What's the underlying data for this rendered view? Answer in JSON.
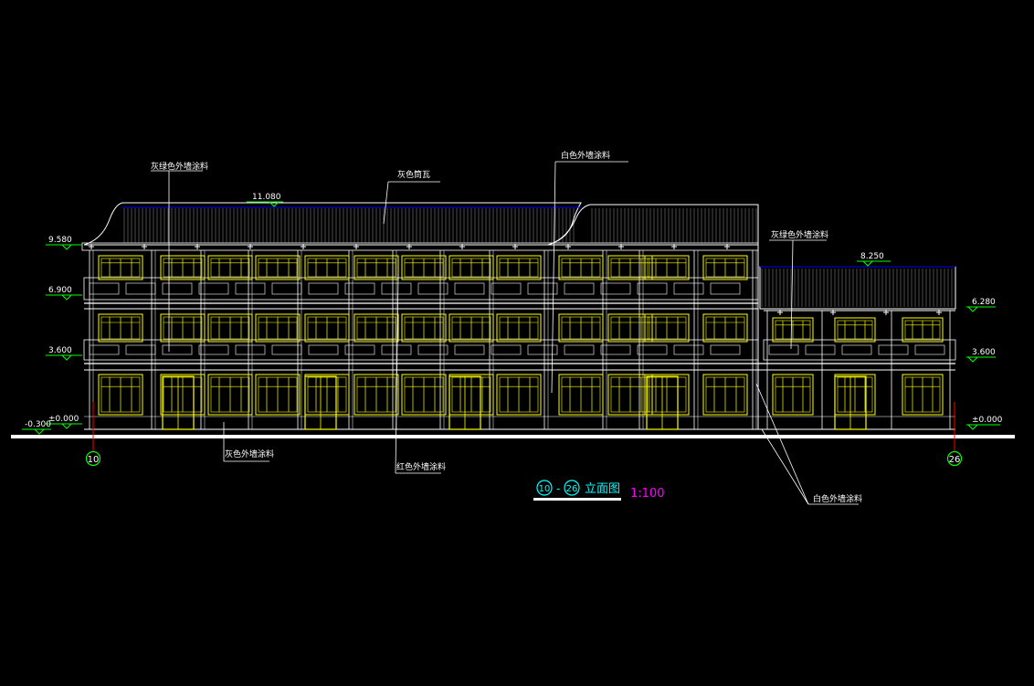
{
  "drawing": {
    "title": "立面图",
    "axis_start": "10",
    "axis_end": "26",
    "dash": "-",
    "scale": "1:100"
  },
  "elevations": {
    "left_roof_ridge": "11.080",
    "left_eave": "9.580",
    "left_floor3": "6.900",
    "left_floor2": "3.600",
    "left_ground": "±0.000",
    "left_base": "-0.300",
    "right_roof": "8.250",
    "right_eave": "6.280",
    "right_floor2": "3.600",
    "right_ground": "±0.000"
  },
  "callouts": {
    "top_left": "灰绿色外墙涂料",
    "top_center": "灰色筒瓦",
    "top_right": "白色外墙涂料",
    "right_annex": "灰绿色外墙涂料",
    "bottom_left": "灰色外墙涂料",
    "bottom_center": "红色外墙涂料",
    "bottom_right": "白色外墙涂料"
  },
  "colors": {
    "background": "#000000",
    "linework": "#ffffff",
    "windows": "#ffff00",
    "roof_outline": "#0000ff",
    "elevation_marks": "#00ff00",
    "axis_circle": "#00ff00",
    "title": "#00ffff",
    "scale": "#ff00ff",
    "axis_lines": "#ff0000"
  }
}
